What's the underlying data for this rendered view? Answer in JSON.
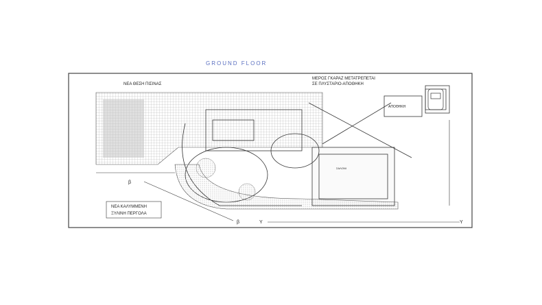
{
  "title": "GROUND FLOOR",
  "labels": {
    "pool": "ΝΕΑ ΘΕΣΗ ΠΙΣΙΝΑΣ",
    "garage_line1": "ΜΕΡΟΣ ΓΚΑΡΑΖ ΜΕΤΑΤΡΕΠΕΤΑΙ",
    "garage_line2": "ΣΕ ΠΛΥΣΤΑΡΙΟ-ΑΠΟΘΗΚΗ",
    "storage": "ΑΠΟΘΗΚΗ",
    "pergola_line1": "ΝΕΑ ΚΑΛΥΜΜΕΝΗ",
    "pergola_line2": "ΞΥΛΙΝΗ ΠΕΡΓΟΛΑ",
    "living": "ΣΑΛΟΝΙ",
    "section_b": "β",
    "section_y": "Y"
  },
  "colors": {
    "title": "#5a6fc0",
    "ink": "#222222",
    "hatch": "#bdbdbd"
  }
}
